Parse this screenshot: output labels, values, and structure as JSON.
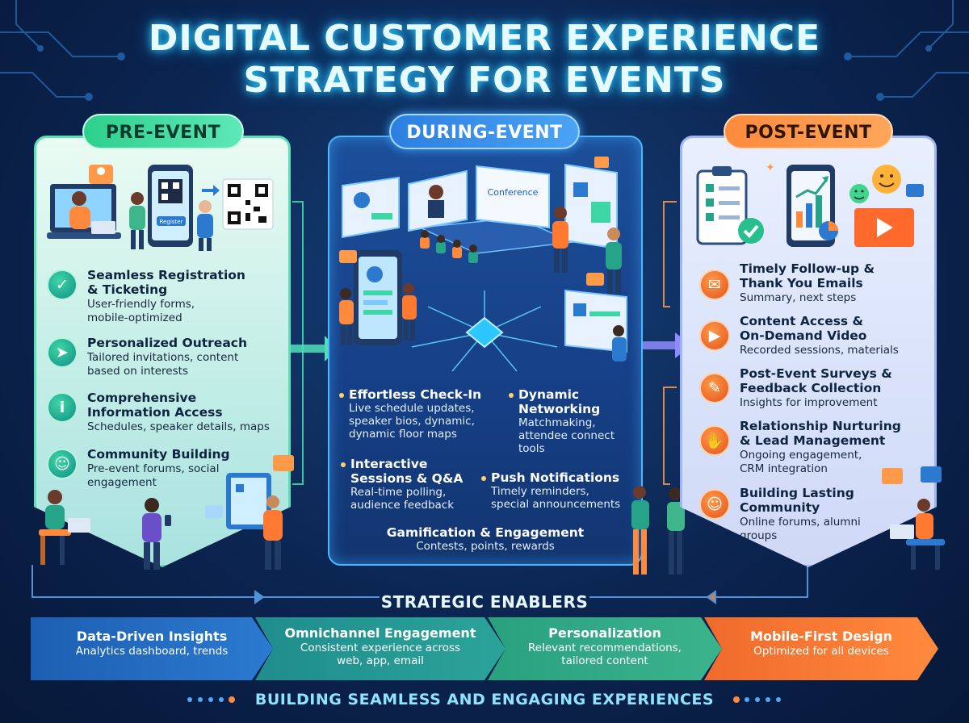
{
  "title": {
    "line1": "DIGITAL CUSTOMER EXPERIENCE",
    "line2": "STRATEGY FOR EVENTS"
  },
  "phases": {
    "pre": {
      "label": "PRE-EVENT",
      "register_label": "Register",
      "items": [
        {
          "title_1": "Seamless Registration",
          "title_2": "& Ticketing",
          "desc_1": "User-friendly forms,",
          "desc_2": "mobile-optimized",
          "icon": "user-check-icon"
        },
        {
          "title_1": "Personalized Outreach",
          "title_2": "",
          "desc_1": "Tailored invitations, content",
          "desc_2": "based on interests",
          "icon": "paper-plane-icon"
        },
        {
          "title_1": "Comprehensive",
          "title_2": "Information Access",
          "desc_1": "Schedules, speaker details, maps",
          "desc_2": "",
          "icon": "info-icon"
        },
        {
          "title_1": "Community Building",
          "title_2": "",
          "desc_1": "Pre-event forums, social",
          "desc_2": "engagement",
          "icon": "community-icon"
        }
      ]
    },
    "during": {
      "label": "DURING-EVENT",
      "screen_label": "Conference",
      "items": [
        {
          "title_1": "Effortless Check-In",
          "title_2": "",
          "desc_1": "Live schedule updates,",
          "desc_2": "speaker bios, dynamic,",
          "desc_3": "dynamic floor maps"
        },
        {
          "title_1": "Dynamic",
          "title_2": "Networking",
          "desc_1": "Matchmaking,",
          "desc_2": "attendee connect",
          "desc_3": "tools"
        },
        {
          "title_1": "Interactive",
          "title_2": "Sessions & Q&A",
          "desc_1": "Real-time polling,",
          "desc_2": "audience feedback",
          "desc_3": ""
        },
        {
          "title_1": "Push Notifications",
          "title_2": "",
          "desc_1": "Timely reminders,",
          "desc_2": "special announcements",
          "desc_3": ""
        },
        {
          "title_1": "Gamification & Engagement",
          "title_2": "",
          "desc_1": "Contests, points, rewards",
          "desc_2": "",
          "desc_3": ""
        }
      ]
    },
    "post": {
      "label": "POST-EVENT",
      "items": [
        {
          "title_1": "Timely Follow-up &",
          "title_2": "Thank You Emails",
          "desc_1": "Summary, next steps",
          "desc_2": "",
          "icon": "envelope-icon"
        },
        {
          "title_1": "Content Access &",
          "title_2": "On-Demand Video",
          "desc_1": "Recorded sessions, materials",
          "desc_2": "",
          "icon": "play-icon"
        },
        {
          "title_1": "Post-Event Surveys &",
          "title_2": "Feedback Collection",
          "desc_1": "Insights for improvement",
          "desc_2": "",
          "icon": "survey-icon"
        },
        {
          "title_1": "Relationship Nurturing",
          "title_2": "& Lead Management",
          "desc_1": "Ongoing engagement,",
          "desc_2": "CRM integration",
          "icon": "handshake-icon"
        },
        {
          "title_1": "Building Lasting",
          "title_2": "Community",
          "desc_1": "Online forums, alumni",
          "desc_2": "groups",
          "icon": "community-icon"
        }
      ]
    }
  },
  "enablers": {
    "title": "STRATEGIC ENABLERS",
    "items": [
      {
        "title": "Data-Driven Insights",
        "desc_1": "Analytics dashboard, trends",
        "desc_2": "",
        "color": "#2b7ad0"
      },
      {
        "title": "Omnichannel Engagement",
        "desc_1": "Consistent experience across",
        "desc_2": "web, app, email",
        "color": "#2ba39a"
      },
      {
        "title": "Personalization",
        "desc_1": "Relevant recommendations,",
        "desc_2": "tailored content",
        "color": "#3bb38c"
      },
      {
        "title": "Mobile-First Design",
        "desc_1": "Optimized for all devices",
        "desc_2": "",
        "color": "#ff8a3d"
      }
    ]
  },
  "footer": "BUILDING SEAMLESS AND ENGAGING EXPERIENCES",
  "colors": {
    "pre_accent": "#3fd6a6",
    "during_accent": "#4aa3f5",
    "post_accent": "#ff8a3d",
    "title_glow": "#2fd0ff"
  }
}
